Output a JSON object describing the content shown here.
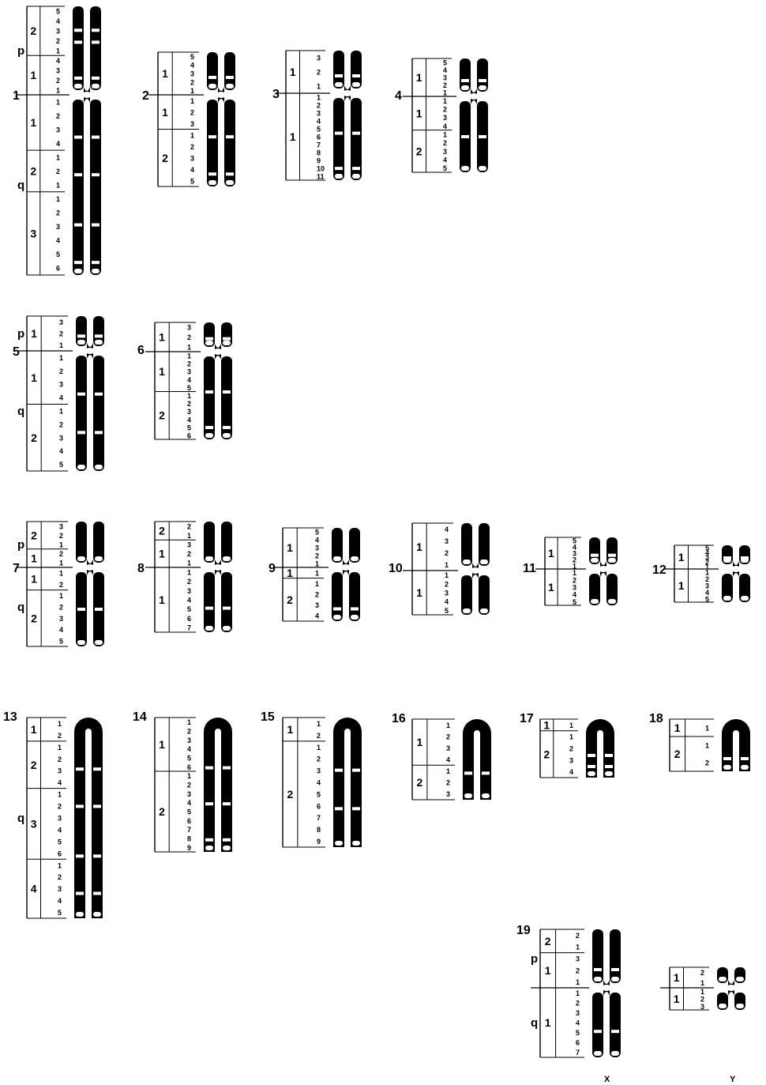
{
  "figure": {
    "arm_p": "p",
    "arm_q": "q",
    "sex_labels": [
      "X",
      "Y"
    ]
  },
  "colors": {
    "ink": "#000000",
    "paper": "#ffffff"
  },
  "chromosomes": [
    {
      "id": "1",
      "label": "1",
      "p": [
        [
          "2",
          [
            "5",
            "4",
            "3",
            "2",
            "1"
          ]
        ],
        [
          "1",
          [
            "4",
            "3",
            "2",
            "1"
          ]
        ]
      ],
      "q": [
        [
          "1",
          [
            "1",
            "2",
            "3",
            "4"
          ]
        ],
        [
          "2",
          [
            "1",
            "2",
            "1"
          ]
        ],
        [
          "3",
          [
            "1",
            "2",
            "3",
            "4",
            "5",
            "6"
          ]
        ]
      ]
    },
    {
      "id": "2",
      "label": "2",
      "p": [
        [
          "1",
          [
            "5",
            "4",
            "3",
            "2",
            "1"
          ]
        ]
      ],
      "q": [
        [
          "1",
          [
            "1",
            "2",
            "3"
          ]
        ],
        [
          "2",
          [
            "1",
            "2",
            "3",
            "4",
            "5"
          ]
        ]
      ]
    },
    {
      "id": "3",
      "label": "3",
      "p": [
        [
          "1",
          [
            "3",
            "2",
            "1"
          ]
        ]
      ],
      "q": [
        [
          "1",
          [
            "1",
            "2",
            "3",
            "4",
            "5",
            "6",
            "7",
            "8",
            "9",
            "10",
            "11"
          ]
        ]
      ]
    },
    {
      "id": "4",
      "label": "4",
      "p": [
        [
          "1",
          [
            "5",
            "4",
            "3",
            "2",
            "1"
          ]
        ]
      ],
      "q": [
        [
          "1",
          [
            "1",
            "2",
            "3",
            "4"
          ]
        ],
        [
          "2",
          [
            "1",
            "2",
            "3",
            "4",
            "5"
          ]
        ]
      ]
    },
    {
      "id": "5",
      "label": "5",
      "p": [
        [
          "1",
          [
            "3",
            "2",
            "1"
          ]
        ]
      ],
      "q": [
        [
          "1",
          [
            "1",
            "2",
            "3",
            "4"
          ]
        ],
        [
          "2",
          [
            "1",
            "2",
            "3",
            "4",
            "5"
          ]
        ]
      ]
    },
    {
      "id": "6",
      "label": "6",
      "p": [
        [
          "1",
          [
            "3",
            "2",
            "1"
          ]
        ]
      ],
      "q": [
        [
          "1",
          [
            "1",
            "2",
            "3",
            "4",
            "5"
          ]
        ],
        [
          "2",
          [
            "1",
            "2",
            "3",
            "4",
            "5",
            "6"
          ]
        ]
      ]
    },
    {
      "id": "7",
      "label": "7",
      "p": [
        [
          "2",
          [
            "3",
            "2",
            "1"
          ]
        ],
        [
          "1",
          [
            "2",
            "1"
          ]
        ]
      ],
      "q": [
        [
          "1",
          [
            "1",
            "2"
          ]
        ],
        [
          "2",
          [
            "1",
            "2",
            "3",
            "4",
            "5"
          ]
        ]
      ]
    },
    {
      "id": "8",
      "label": "8",
      "p": [
        [
          "2",
          [
            "2",
            "1"
          ]
        ],
        [
          "1",
          [
            "3",
            "2",
            "1"
          ]
        ]
      ],
      "q": [
        [
          "1",
          [
            "1",
            "2",
            "3",
            "4",
            "5",
            "6",
            "7"
          ]
        ]
      ]
    },
    {
      "id": "9",
      "label": "9",
      "p": [
        [
          "1",
          [
            "5",
            "4",
            "3",
            "2",
            "1"
          ]
        ]
      ],
      "q": [
        [
          "1",
          [
            "1"
          ]
        ],
        [
          "2",
          [
            "1",
            "2",
            "3",
            "4"
          ]
        ]
      ]
    },
    {
      "id": "10",
      "label": "10",
      "p": [
        [
          "1",
          [
            "4",
            "3",
            "2",
            "1"
          ]
        ]
      ],
      "q": [
        [
          "1",
          [
            "1",
            "2",
            "3",
            "4",
            "5"
          ]
        ]
      ]
    },
    {
      "id": "11",
      "label": "11",
      "p": [
        [
          "1",
          [
            "5",
            "4",
            "3",
            "2",
            "1"
          ]
        ]
      ],
      "q": [
        [
          "1",
          [
            "1",
            "2",
            "3",
            "4",
            "5"
          ]
        ]
      ]
    },
    {
      "id": "12",
      "label": "12",
      "p": [
        [
          "1",
          [
            "5",
            "4",
            "3",
            "2",
            "1"
          ]
        ]
      ],
      "q": [
        [
          "1",
          [
            "1",
            "2",
            "3",
            "4",
            "5"
          ]
        ]
      ]
    },
    {
      "id": "13",
      "label": "13",
      "p": [],
      "q": [
        [
          "1",
          [
            "1",
            "2"
          ]
        ],
        [
          "2",
          [
            "1",
            "2",
            "3",
            "4"
          ]
        ],
        [
          "3",
          [
            "1",
            "2",
            "3",
            "4",
            "5",
            "6"
          ]
        ],
        [
          "4",
          [
            "1",
            "2",
            "3",
            "4",
            "5"
          ]
        ]
      ]
    },
    {
      "id": "14",
      "label": "14",
      "p": [],
      "q": [
        [
          "1",
          [
            "1",
            "2",
            "3",
            "4",
            "5",
            "6"
          ]
        ],
        [
          "2",
          [
            "1",
            "2",
            "3",
            "4",
            "5",
            "6",
            "7",
            "8",
            "9"
          ]
        ]
      ]
    },
    {
      "id": "15",
      "label": "15",
      "p": [],
      "q": [
        [
          "1",
          [
            "1",
            "2"
          ]
        ],
        [
          "2",
          [
            "1",
            "2",
            "3",
            "4",
            "5",
            "6",
            "7",
            "8",
            "9"
          ]
        ]
      ]
    },
    {
      "id": "16",
      "label": "16",
      "p": [],
      "q": [
        [
          "1",
          [
            "1",
            "2",
            "3",
            "4"
          ]
        ],
        [
          "2",
          [
            "1",
            "2",
            "3"
          ]
        ]
      ]
    },
    {
      "id": "17",
      "label": "17",
      "p": [],
      "q": [
        [
          "1",
          [
            "1"
          ]
        ],
        [
          "2",
          [
            "1",
            "2",
            "3",
            "4"
          ]
        ]
      ]
    },
    {
      "id": "18",
      "label": "18",
      "p": [],
      "q": [
        [
          "1",
          [
            "1"
          ]
        ],
        [
          "2",
          [
            "1",
            "2"
          ]
        ]
      ]
    },
    {
      "id": "X",
      "label": "19",
      "p": [
        [
          "2",
          [
            "2",
            "1"
          ]
        ],
        [
          "1",
          [
            "3",
            "2",
            "1"
          ]
        ]
      ],
      "q": [
        [
          "1",
          [
            "1",
            "2",
            "3",
            "4",
            "5",
            "6",
            "7"
          ]
        ]
      ]
    },
    {
      "id": "Y",
      "label": "",
      "p": [
        [
          "1",
          [
            "2",
            "1"
          ]
        ]
      ],
      "q": [
        [
          "1",
          [
            "1",
            "2",
            "3"
          ]
        ]
      ]
    }
  ]
}
